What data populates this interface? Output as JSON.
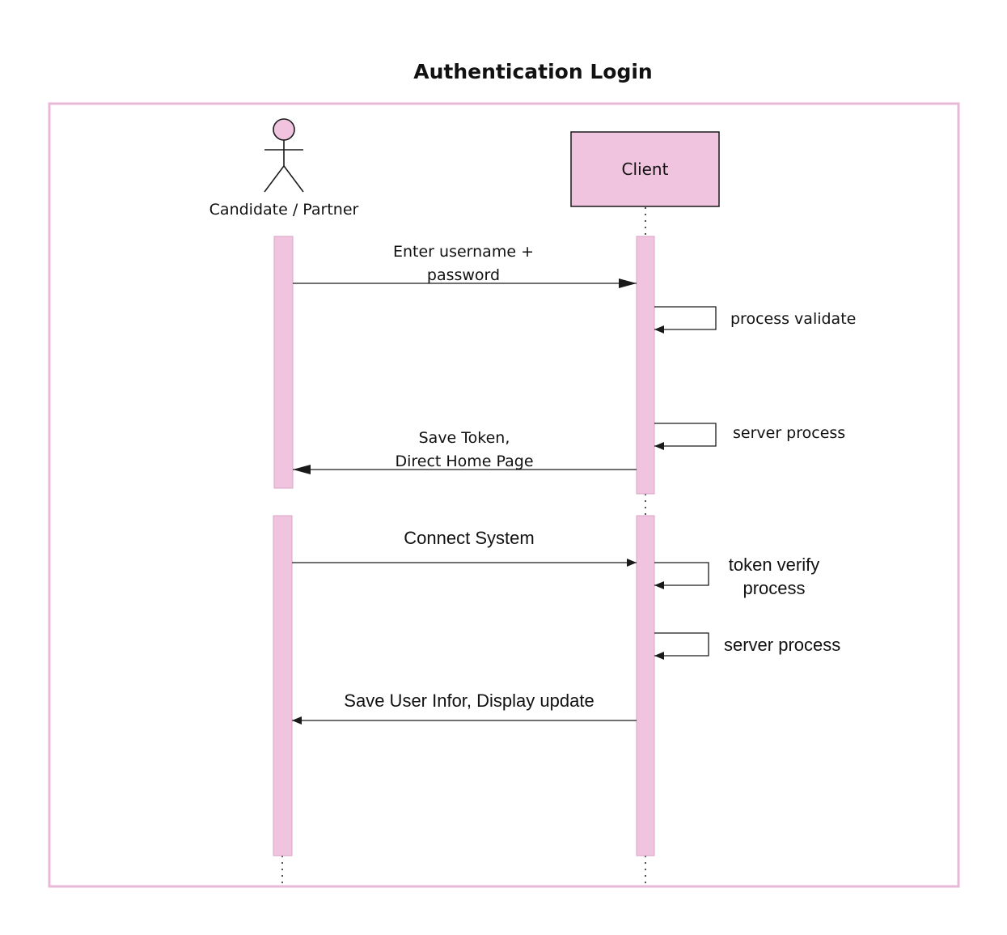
{
  "diagram": {
    "title": "Authentication Login",
    "colors": {
      "frame": "#e9b8d9",
      "fill": "#f0c4df",
      "line": "#1a1a1a"
    },
    "participants": {
      "actor": {
        "label": "Candidate / Partner",
        "icon": "stick-figure-icon"
      },
      "client": {
        "label": "Client"
      }
    },
    "messages": {
      "m1_line1": "Enter username +",
      "m1_line2": "password",
      "m2": "process validate",
      "m3": "server process",
      "m4_line1": "Save Token,",
      "m4_line2": "Direct Home Page",
      "m5": "Connect System",
      "m6_line1": "token verify",
      "m6_line2": "process",
      "m7": "server process",
      "m8": "Save User Infor, Display update"
    }
  }
}
